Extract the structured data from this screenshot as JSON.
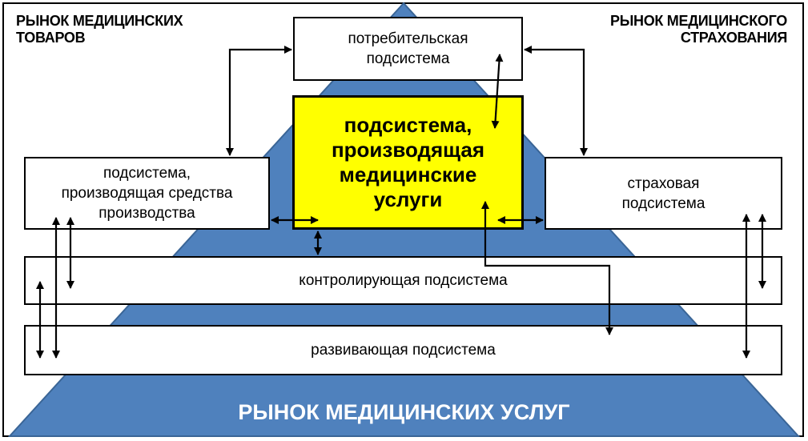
{
  "corners": {
    "left": "РЫНОК МЕДИЦИНСКИХ\nТОВАРОВ",
    "right": "РЫНОК МЕДИЦИНСКОГО\nСТРАХОВАНИЯ"
  },
  "nodes": {
    "consumer": "потребительская\nподсистема",
    "producer": "подсистема,\nпроизводящая\nмедицинские\nуслуги",
    "means": "подсистема,\nпроизводящая средства\nпроизводства",
    "insurance": "страховая\nподсистема",
    "control": "контролирующая подсистема",
    "develop": "развивающая подсистема"
  },
  "footer": "РЫНОК МЕДИЦИНСКИХ УСЛУГ",
  "colors": {
    "pyramid": "#4F81BD",
    "highlight": "#FFFF00"
  }
}
